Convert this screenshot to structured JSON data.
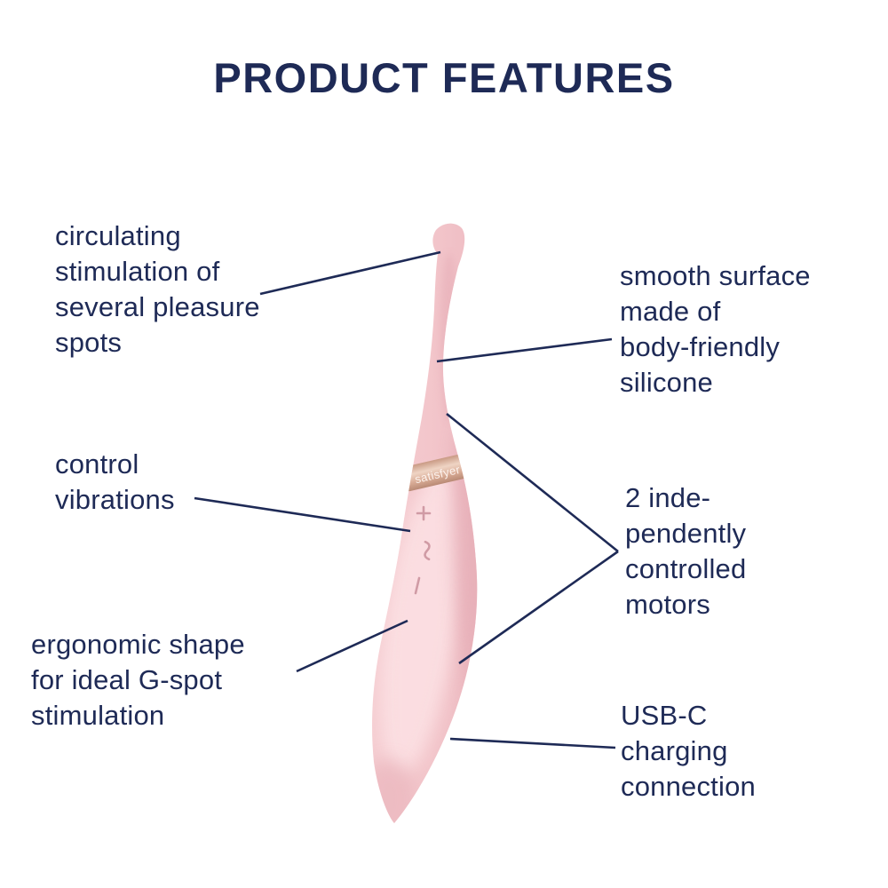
{
  "title": "PRODUCT FEATURES",
  "colors": {
    "text_navy": "#1e2a56",
    "line_navy": "#1e2a56",
    "device_pink": "#f3c6cb",
    "device_highlight": "#fbdfe2",
    "device_shadow": "#e6aeb7",
    "band_rose_gold": "#d8ab95",
    "background": "#ffffff"
  },
  "device": {
    "brand": "satisfyer",
    "buttons": [
      {
        "name": "plus-button",
        "glyph": "+"
      },
      {
        "name": "wave-button",
        "glyph": "~"
      },
      {
        "name": "bar-button",
        "glyph": "|"
      }
    ]
  },
  "labels": {
    "circulating": {
      "text": "circulating\nstimulation of\nseveral pleasure\nspots"
    },
    "control": {
      "text": "control\nvibrations"
    },
    "ergonomic": {
      "text": "ergonomic shape\nfor ideal G-spot\nstimulation"
    },
    "smooth": {
      "text": "smooth surface\nmade of\nbody-friendly\nsilicone"
    },
    "motors": {
      "text": "2 inde-\npendently\ncontrolled\nmotors"
    },
    "usbc": {
      "text": "USB-C\ncharging\nconnection"
    }
  }
}
